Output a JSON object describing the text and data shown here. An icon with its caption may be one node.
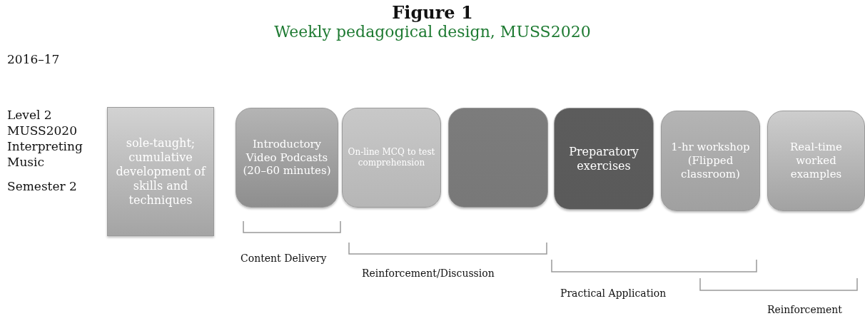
{
  "diagram": {
    "title": "Figure 1",
    "nodes": [
      {
        "text": [
          "sole-taught; cumulative development of skills and techniques"
        ]
      },
      {
        "text": [
          "Introductory Video Podcasts (20–60 minutes)"
        ]
      },
      {
        "text": [
          "On-line MCQ to test comprehension"
        ]
      },
      {
        "text": [],
        "shape": "box"
      },
      {
        "text": [
          "Preparatory exercises"
        ]
      },
      {
        "text": [
          "1-hr workshop (Flipped classroom)"
        ]
      },
      {
        "text": [
          "Real-time worked examples"
        ]
      }
    ],
    "labels": [
      "Weekly pedagogical design, MUSS2020",
      "2016–17",
      "Level 2 MUSS2020 Interpreting Music",
      "Semester 2",
      "Content Delivery",
      "Reinforcement/Discussion",
      "Practical Application",
      "Reinforcement"
    ]
  }
}
